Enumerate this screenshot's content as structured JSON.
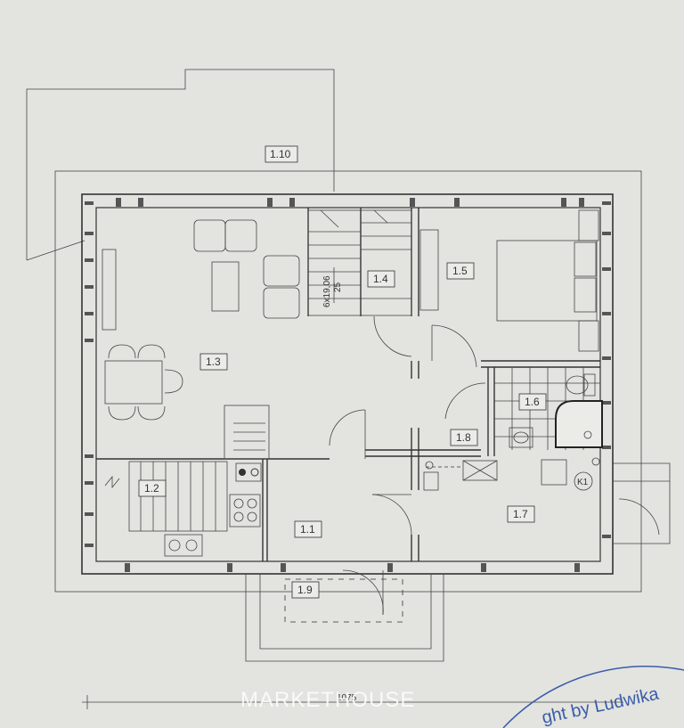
{
  "rooms": [
    {
      "id": "1.1",
      "label": "1.1"
    },
    {
      "id": "1.2",
      "label": "1.2"
    },
    {
      "id": "1.3",
      "label": "1.3"
    },
    {
      "id": "1.4",
      "label": "1.4"
    },
    {
      "id": "1.5",
      "label": "1.5"
    },
    {
      "id": "1.6",
      "label": "1.6"
    },
    {
      "id": "1.7",
      "label": "1.7"
    },
    {
      "id": "1.8",
      "label": "1.8"
    },
    {
      "id": "1.9",
      "label": "1.9"
    },
    {
      "id": "1.10",
      "label": "1.10"
    }
  ],
  "stair_label": "6x19,06",
  "stair_label_2": "25",
  "boiler_label": "K1",
  "dimension_label": "1075",
  "watermark": "MARKETHOUSE",
  "stamp_text": "ght by Ludwika"
}
